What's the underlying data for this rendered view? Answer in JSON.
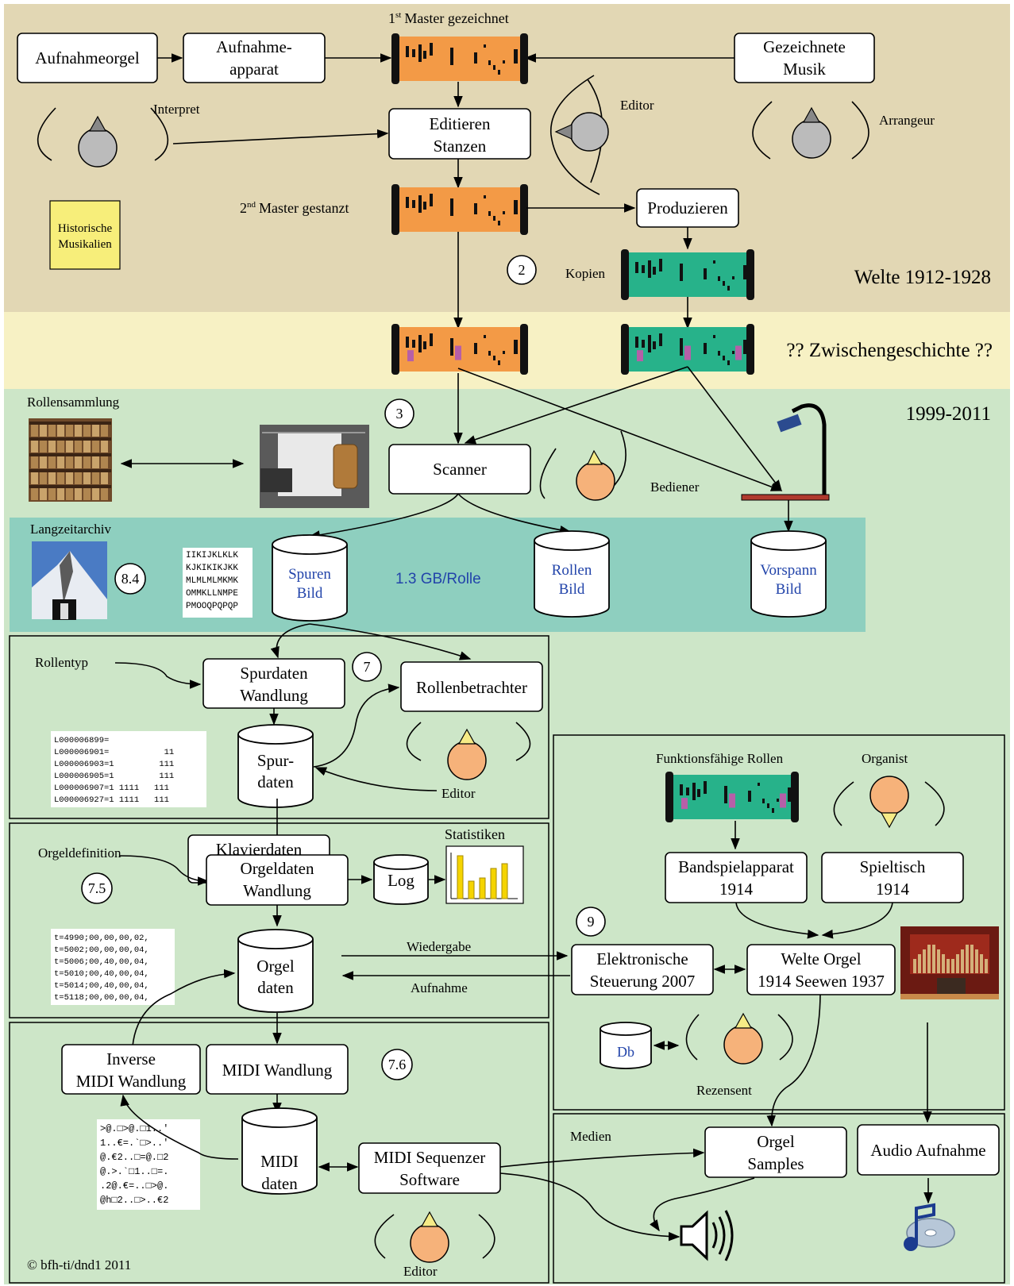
{
  "colors": {
    "welte_band": "#e2d7b4",
    "zwischen_band": "#f7f1c4",
    "modern_band": "#cde6c8",
    "archive_band": "#8ecfbf",
    "roll_orange": "#f39a46",
    "roll_green": "#27b28a",
    "hole_purple": "#b65fa8",
    "cylinder_text": "#2244aa",
    "person": "#f6b27a",
    "person_gray": "#bbbbbb"
  },
  "sections": {
    "welte": "Welte 1912-1928",
    "zwischen": "?? Zwischengeschichte ??",
    "modern": "1999-2011"
  },
  "top": {
    "master1": "Master gezeichnet",
    "master1_prefix": "1",
    "master1_sup": "st",
    "aufnahmeorgel": "Aufnahmeorgel",
    "aufnahme_line1": "Aufnahme-",
    "aufnahme_line2": "apparat",
    "gezeichnet_line1": "Gezeichnete",
    "gezeichnet_line2": "Musik",
    "interpret": "Interpret",
    "editor": "Editor",
    "arrangeur": "Arrangeur",
    "editieren": "Editieren",
    "stanzen": "Stanzen",
    "master2_prefix": "2",
    "master2_sup": "nd",
    "master2": "Master gestanzt",
    "produzieren": "Produzieren",
    "historische_line1": "Historische",
    "historische_line2": "Musikalien",
    "kopien": "Kopien",
    "circle2": "2"
  },
  "scan": {
    "rollensammlung": "Rollensammlung",
    "circle3": "3",
    "scanner": "Scanner",
    "bediener": "Bediener",
    "langzeitarchiv": "Langzeitarchiv",
    "circle84": "8.4",
    "spuren_line1": "Spuren",
    "spuren_line2": "Bild",
    "gb_per_roll": "1.3 GB/Rolle",
    "rollen_line1": "Rollen",
    "rollen_line2": "Bild",
    "vorspann_line1": "Vorspann",
    "vorspann_line2": "Bild",
    "code_lines": [
      "IIKIJKLKLK",
      "KJKIKIKJKK",
      "MLMLMLMKMK",
      "OMMKLLNMPE",
      "PMOOQPQPQP"
    ]
  },
  "spur": {
    "rollentyp": "Rollentyp",
    "spurdaten_line1": "Spurdaten",
    "spurdaten_line2": "Wandlung",
    "circle7": "7",
    "rollenbetrachter": "Rollenbetrachter",
    "db_line1": "Spur-",
    "db_line2": "daten",
    "editor": "Editor",
    "code_lines": [
      "L000006899=",
      "L000006901=           11",
      "L000006903=1         111",
      "L000006905=1         111",
      "L000006907=1 1111   111",
      "L000006927=1 1111   111"
    ]
  },
  "orgel": {
    "orgeldefinition": "Orgeldefinition",
    "klavier": "Klavierdaten",
    "wandlung_line1": "Orgeldaten",
    "wandlung_line2": "Wandlung",
    "log": "Log",
    "statistiken": "Statistiken",
    "circle75": "7.5",
    "db_line1": "Orgel",
    "db_line2": "daten",
    "wiedergabe": "Wiedergabe",
    "aufnahme": "Aufnahme",
    "code_lines": [
      "t=4990;00,00,00,02,",
      "t=5002;00,00,00,04,",
      "t=5006;00,40,00,04,",
      "t=5010;00,40,00,04,",
      "t=5014;00,40,00,04,",
      "t=5118;00,00,00,04,"
    ]
  },
  "midi": {
    "inverse_line1": "Inverse",
    "inverse_line2": "MIDI Wandlung",
    "wandlung": "MIDI Wandlung",
    "circle76": "7.6",
    "db_line1": "MIDI",
    "db_line2": "daten",
    "seq_line1": "MIDI Sequenzer",
    "seq_line2": "Software",
    "editor": "Editor",
    "copyright": "© bfh-ti/dnd1 2011",
    "code_lines": [
      ">@.□>@.□1..'",
      "1..€=.`□>..'",
      "@.€2..□=@.□2",
      "@.>.`□1..□=.",
      ".2@.€=..□>@.",
      "@h□2..□>..€2"
    ]
  },
  "right": {
    "funktionsfaehige": "Funktionsfähige Rollen",
    "organist": "Organist",
    "band_line1": "Bandspielapparat",
    "band_line2": "1914",
    "spieltisch_line1": "Spieltisch",
    "spieltisch_line2": "1914",
    "circle9": "9",
    "elektro_line1": "Elektronische",
    "elektro_line2": "Steuerung 2007",
    "welte_line1": "Welte Orgel",
    "welte_line2": "1914 Seewen 1937",
    "db": "Db",
    "rezensent": "Rezensent"
  },
  "medien": {
    "medien": "Medien",
    "samples_line1": "Orgel",
    "samples_line2": "Samples",
    "audio": "Audio Aufnahme"
  },
  "icons": [
    "speaker-icon",
    "music-cd-icon",
    "mountain-photo",
    "shelf-photo",
    "scanner-photo",
    "organ-photo",
    "scanner-lamp-icon",
    "statistics-chart"
  ]
}
